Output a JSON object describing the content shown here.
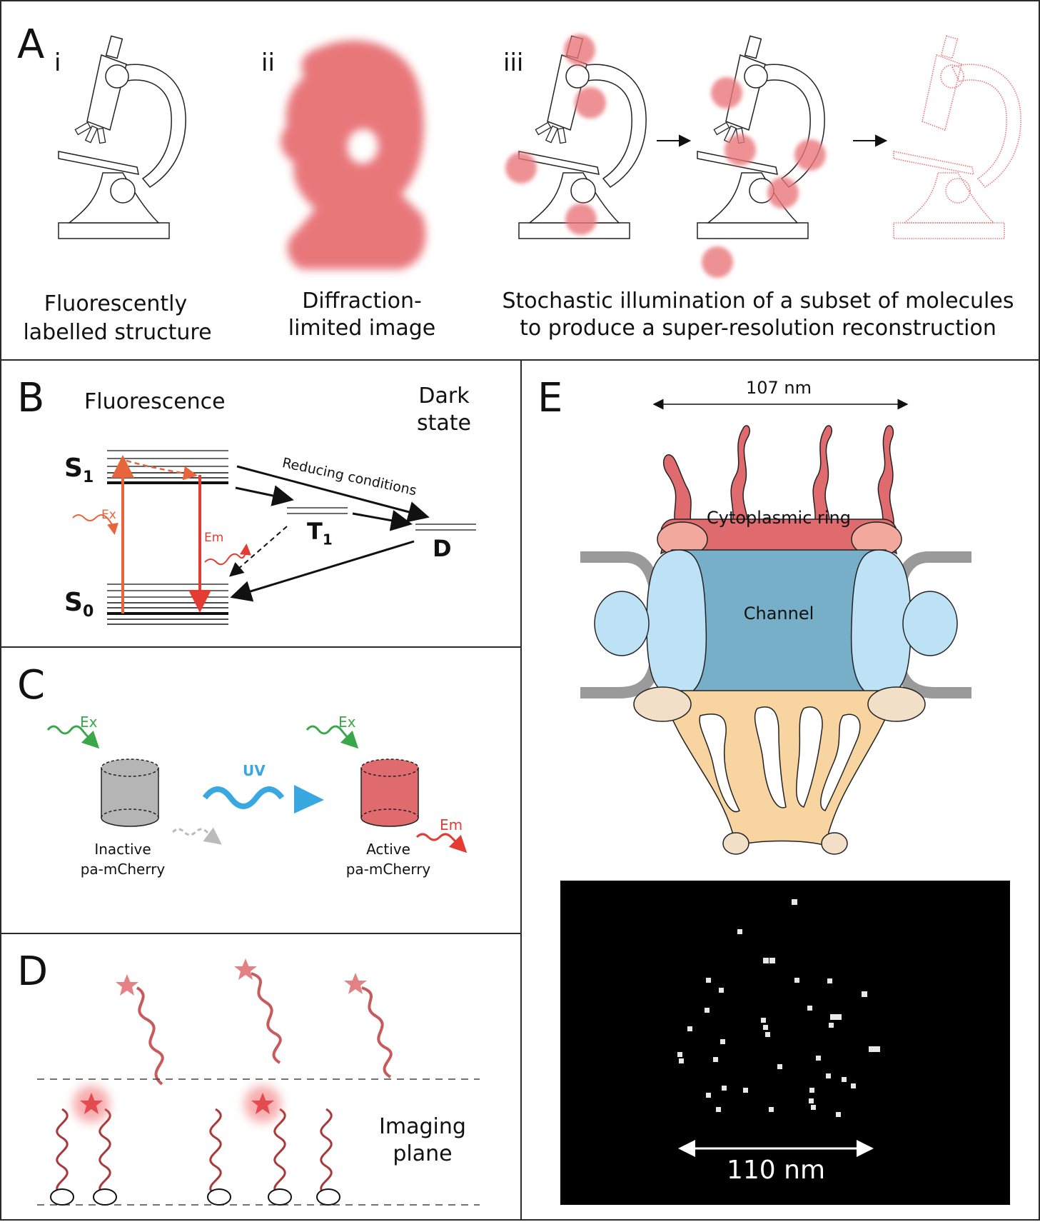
{
  "panelA": {
    "letter": "A",
    "sub_i": "i",
    "sub_ii": "ii",
    "sub_iii": "iii",
    "caption_i_line1": "Fluorescently",
    "caption_i_line2": "labelled structure",
    "caption_ii_line1": "Diffraction-",
    "caption_ii_line2": "limited image",
    "caption_iii_line1": "Stochastic illumination of a subset of molecules",
    "caption_iii_line2": "to produce a super-resolution reconstruction"
  },
  "panelB": {
    "letter": "B",
    "fluorescence": "Fluorescence",
    "dark_line1": "Dark",
    "dark_line2": "state",
    "s1_main": "S",
    "s1_sub": "1",
    "s0_main": "S",
    "s0_sub": "0",
    "t1_main": "T",
    "t1_sub": "1",
    "d_label": "D",
    "ex_label": "Ex",
    "em_label": "Em",
    "reducing": "Reducing conditions"
  },
  "panelC": {
    "letter": "C",
    "ex_label_left": "Ex",
    "ex_label_right": "Ex",
    "uv_label": "UV",
    "em_label": "Em",
    "inactive_line1": "Inactive",
    "inactive_line2": "pa-mCherry",
    "active_line1": "Active",
    "active_line2": "pa-mCherry"
  },
  "panelD": {
    "letter": "D",
    "imaging_line1": "Imaging",
    "imaging_line2": "plane"
  },
  "panelE": {
    "letter": "E",
    "width_top": "107 nm",
    "cytoplasmic_ring": "Cytoplasmic ring",
    "channel": "Channel",
    "width_bottom": "110 nm"
  },
  "colors": {
    "fluor_red": "#e8777a",
    "cytoplasmic": "#df6b6e",
    "channel": "#78afc8",
    "channel_light": "#bde1f5",
    "nuclear_basket": "#f7d4a0",
    "ex_green": "#3aa84a",
    "uv_blue": "#3aa8e0",
    "em_red": "#e43b33",
    "ex_orange": "#e8643a",
    "membrane_gray": "#9a9a9a"
  }
}
